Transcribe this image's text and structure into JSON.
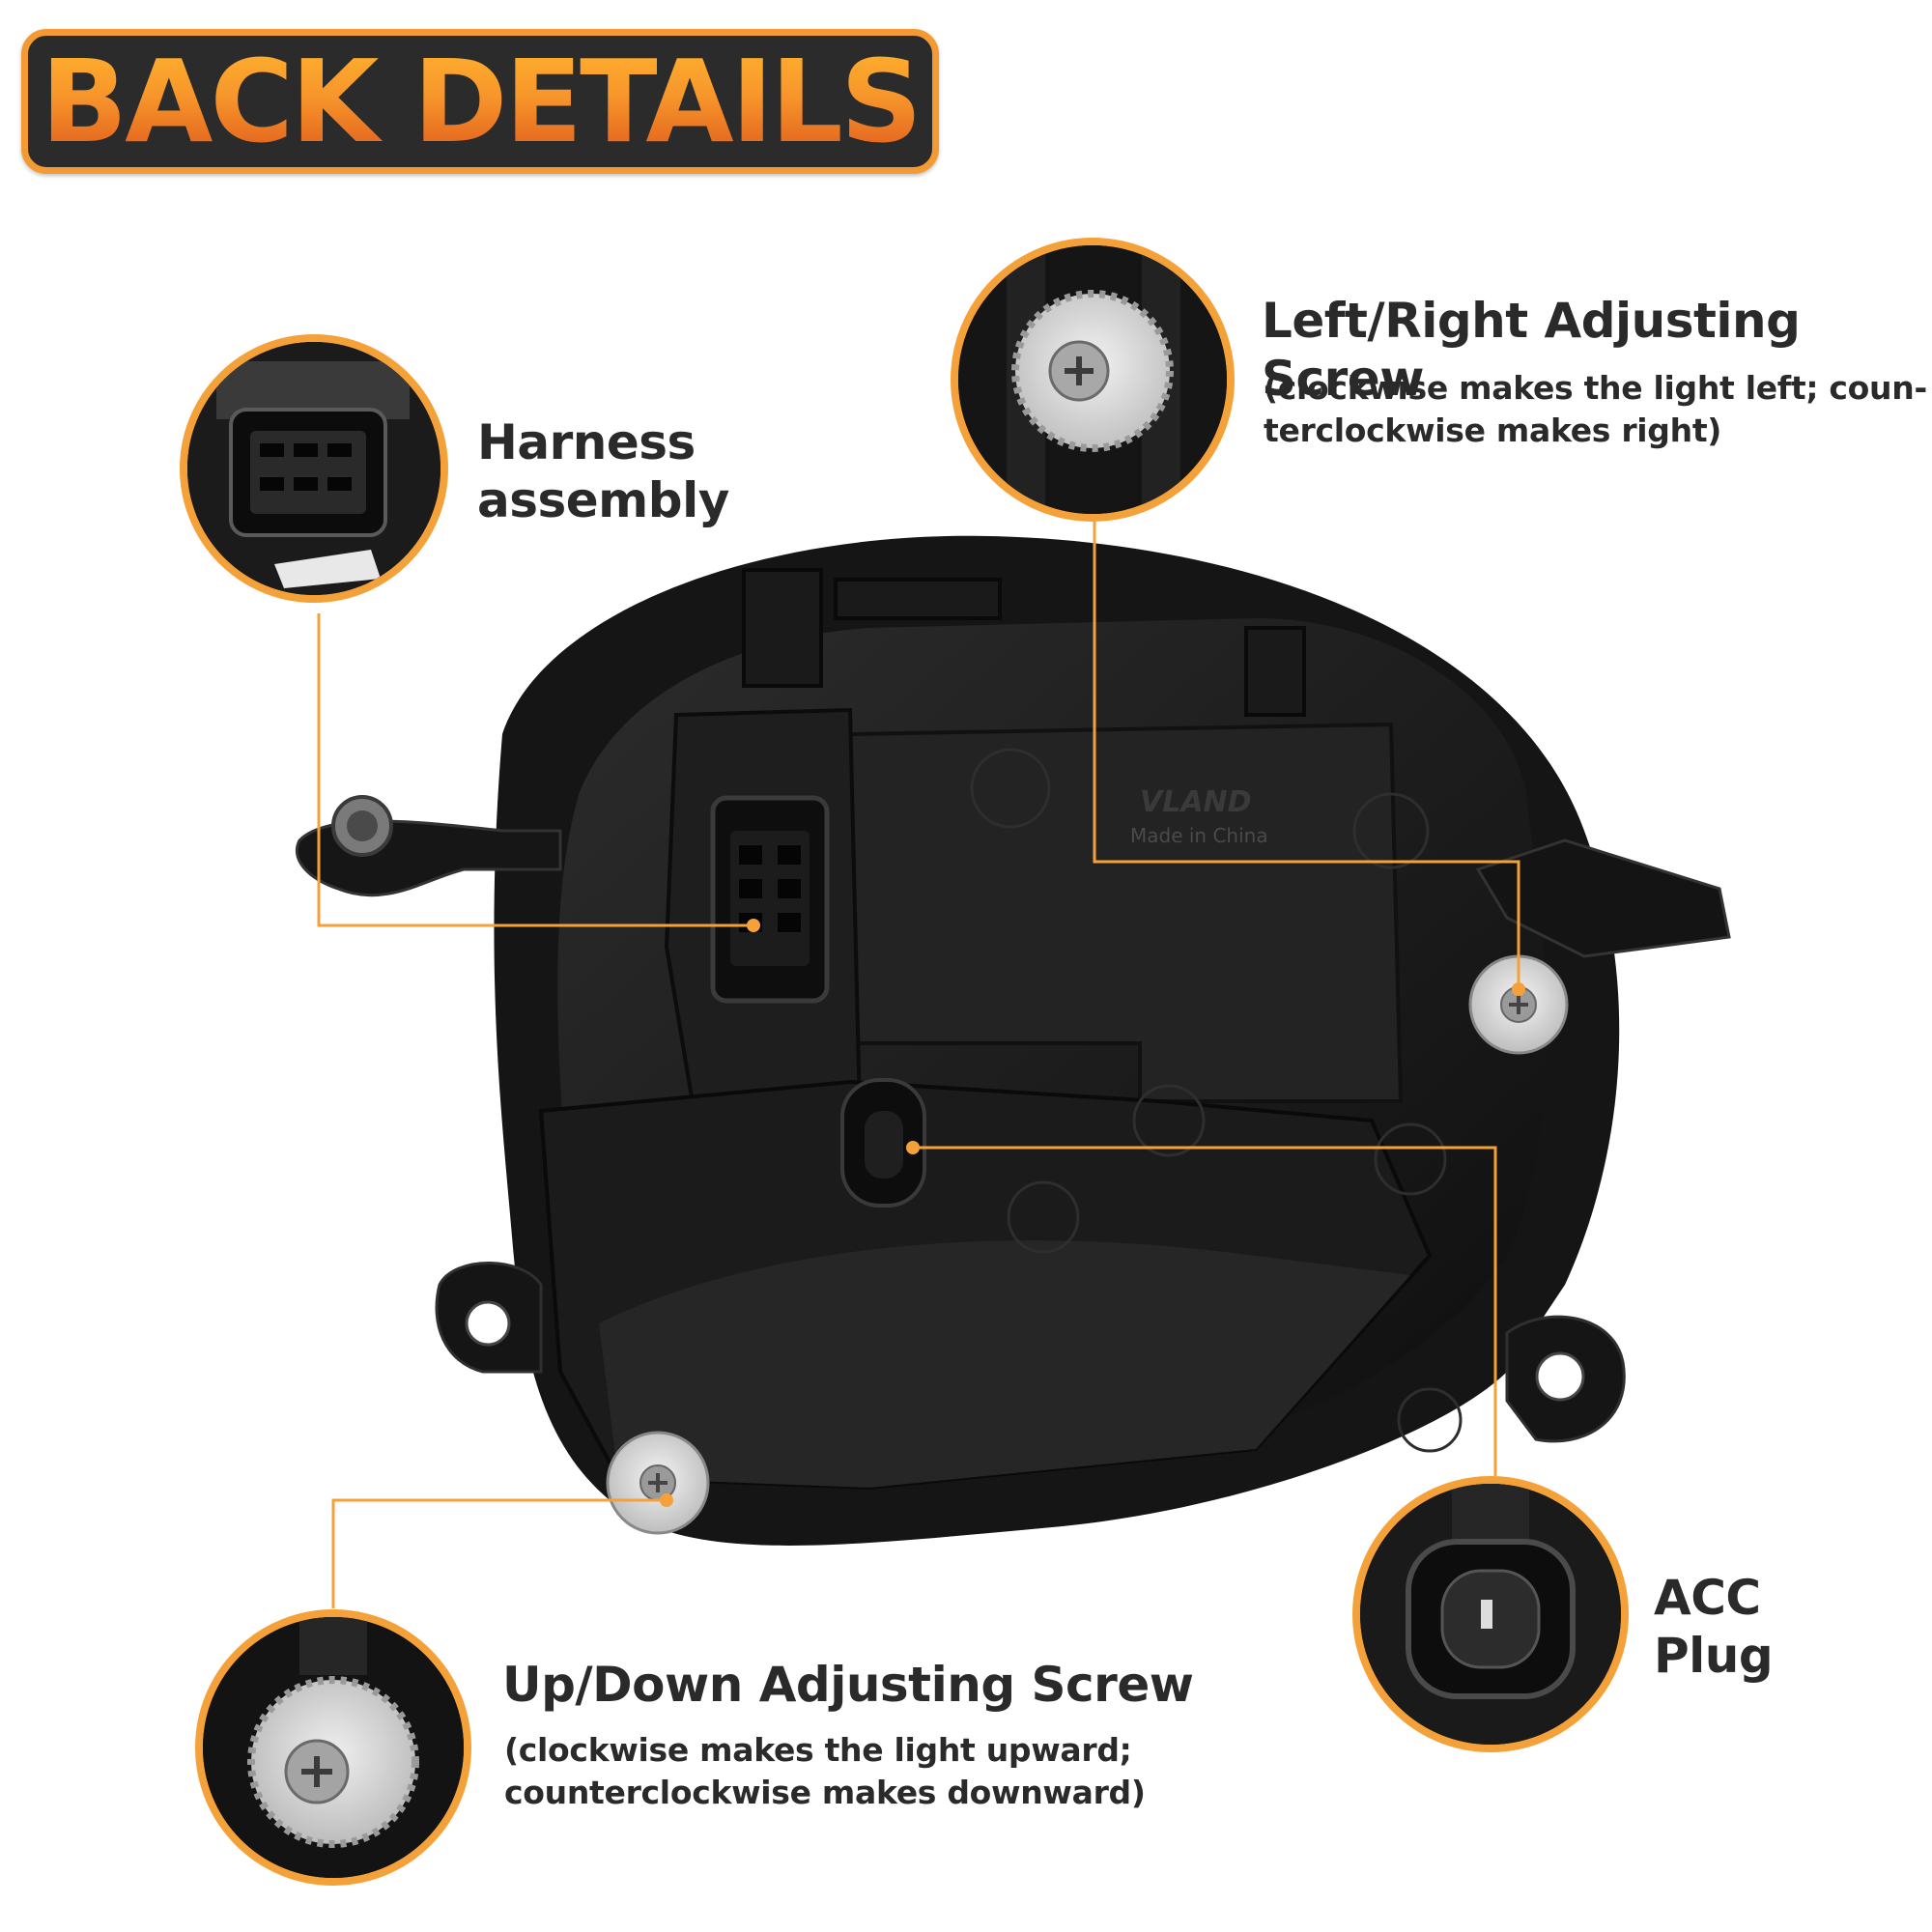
{
  "title": "BACK DETAILS",
  "product": {
    "emboss_brand": "VLAND",
    "emboss_origin": "Made in China"
  },
  "callouts": {
    "harness": {
      "title_line1": "Harness",
      "title_line2": "assembly"
    },
    "lr_screw": {
      "title": "Left/Right Adjusting Screw",
      "desc_line1": "(clockwise makes the light left; coun-",
      "desc_line2": "terclockwise makes right)"
    },
    "ud_screw": {
      "title": "Up/Down Adjusting Screw",
      "desc_line1": "(clockwise makes the light upward;",
      "desc_line2": "counterclockwise makes downward)"
    },
    "acc": {
      "title_line1": "ACC",
      "title_line2": "Plug"
    }
  },
  "colors": {
    "accent": "#f5a13a",
    "banner_bg": "#2b2b2b",
    "text": "#2a2a2a",
    "housing": "#1c1c1c"
  }
}
